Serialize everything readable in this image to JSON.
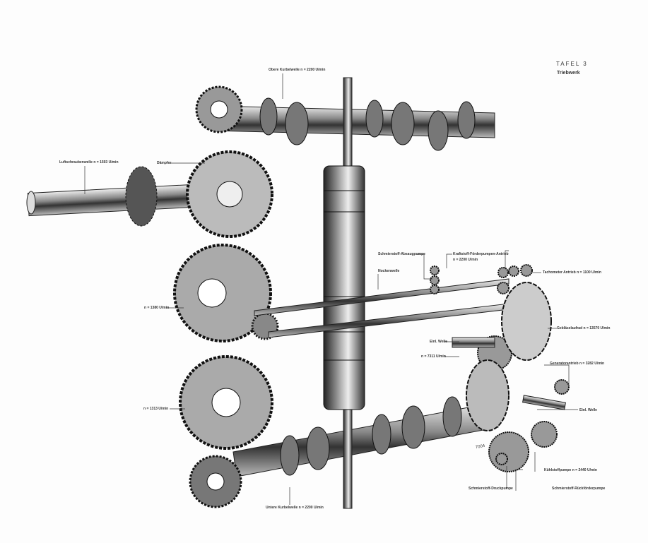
{
  "plate": {
    "number": "TAFEL 3",
    "title": "Triebwerk"
  },
  "drawing_number": "7004",
  "labels": {
    "obere_kurbelwelle": "Obere Kurbelwelle  n = 2200 U/min",
    "luftschraubenwelle": "Luftschraubenwelle  n = 1593 U/min",
    "daempfer": "Dämpfer",
    "absaugpumpe": "Schmierstoff-Absaugpumpe",
    "kraftstoff": "Kraftstoff-Förderpumpen-Antrieb",
    "kraftstoff_n": "n = 2200 U/min",
    "nockenwelle": "Nockenwelle",
    "tachometer": "Tachometer Antrieb  n = 1100 U/min",
    "rad_1380": "n = 1380 U/min",
    "geblaese": "Gebläselaufrad  n = 13570 U/min",
    "einl_welle_1": "Einl. Welle",
    "n_7311": "n = 7311 U/min",
    "generator": "Generatorantrieb  n = 3282 U/min",
    "rad_1313": "n = 1313 U/min",
    "einl_welle_2": "Einl. Welle",
    "kuehlstoff": "Kühlstoffpumpe  n = 2440 U/min",
    "druckpumpe": "Schmierstoff-Druckpumpe",
    "rueckfoerder": "Schmierstoff-Rückförderpumpe",
    "untere_kurbelwelle": "Untere Kurbelwelle  n = 2200 U/min"
  }
}
